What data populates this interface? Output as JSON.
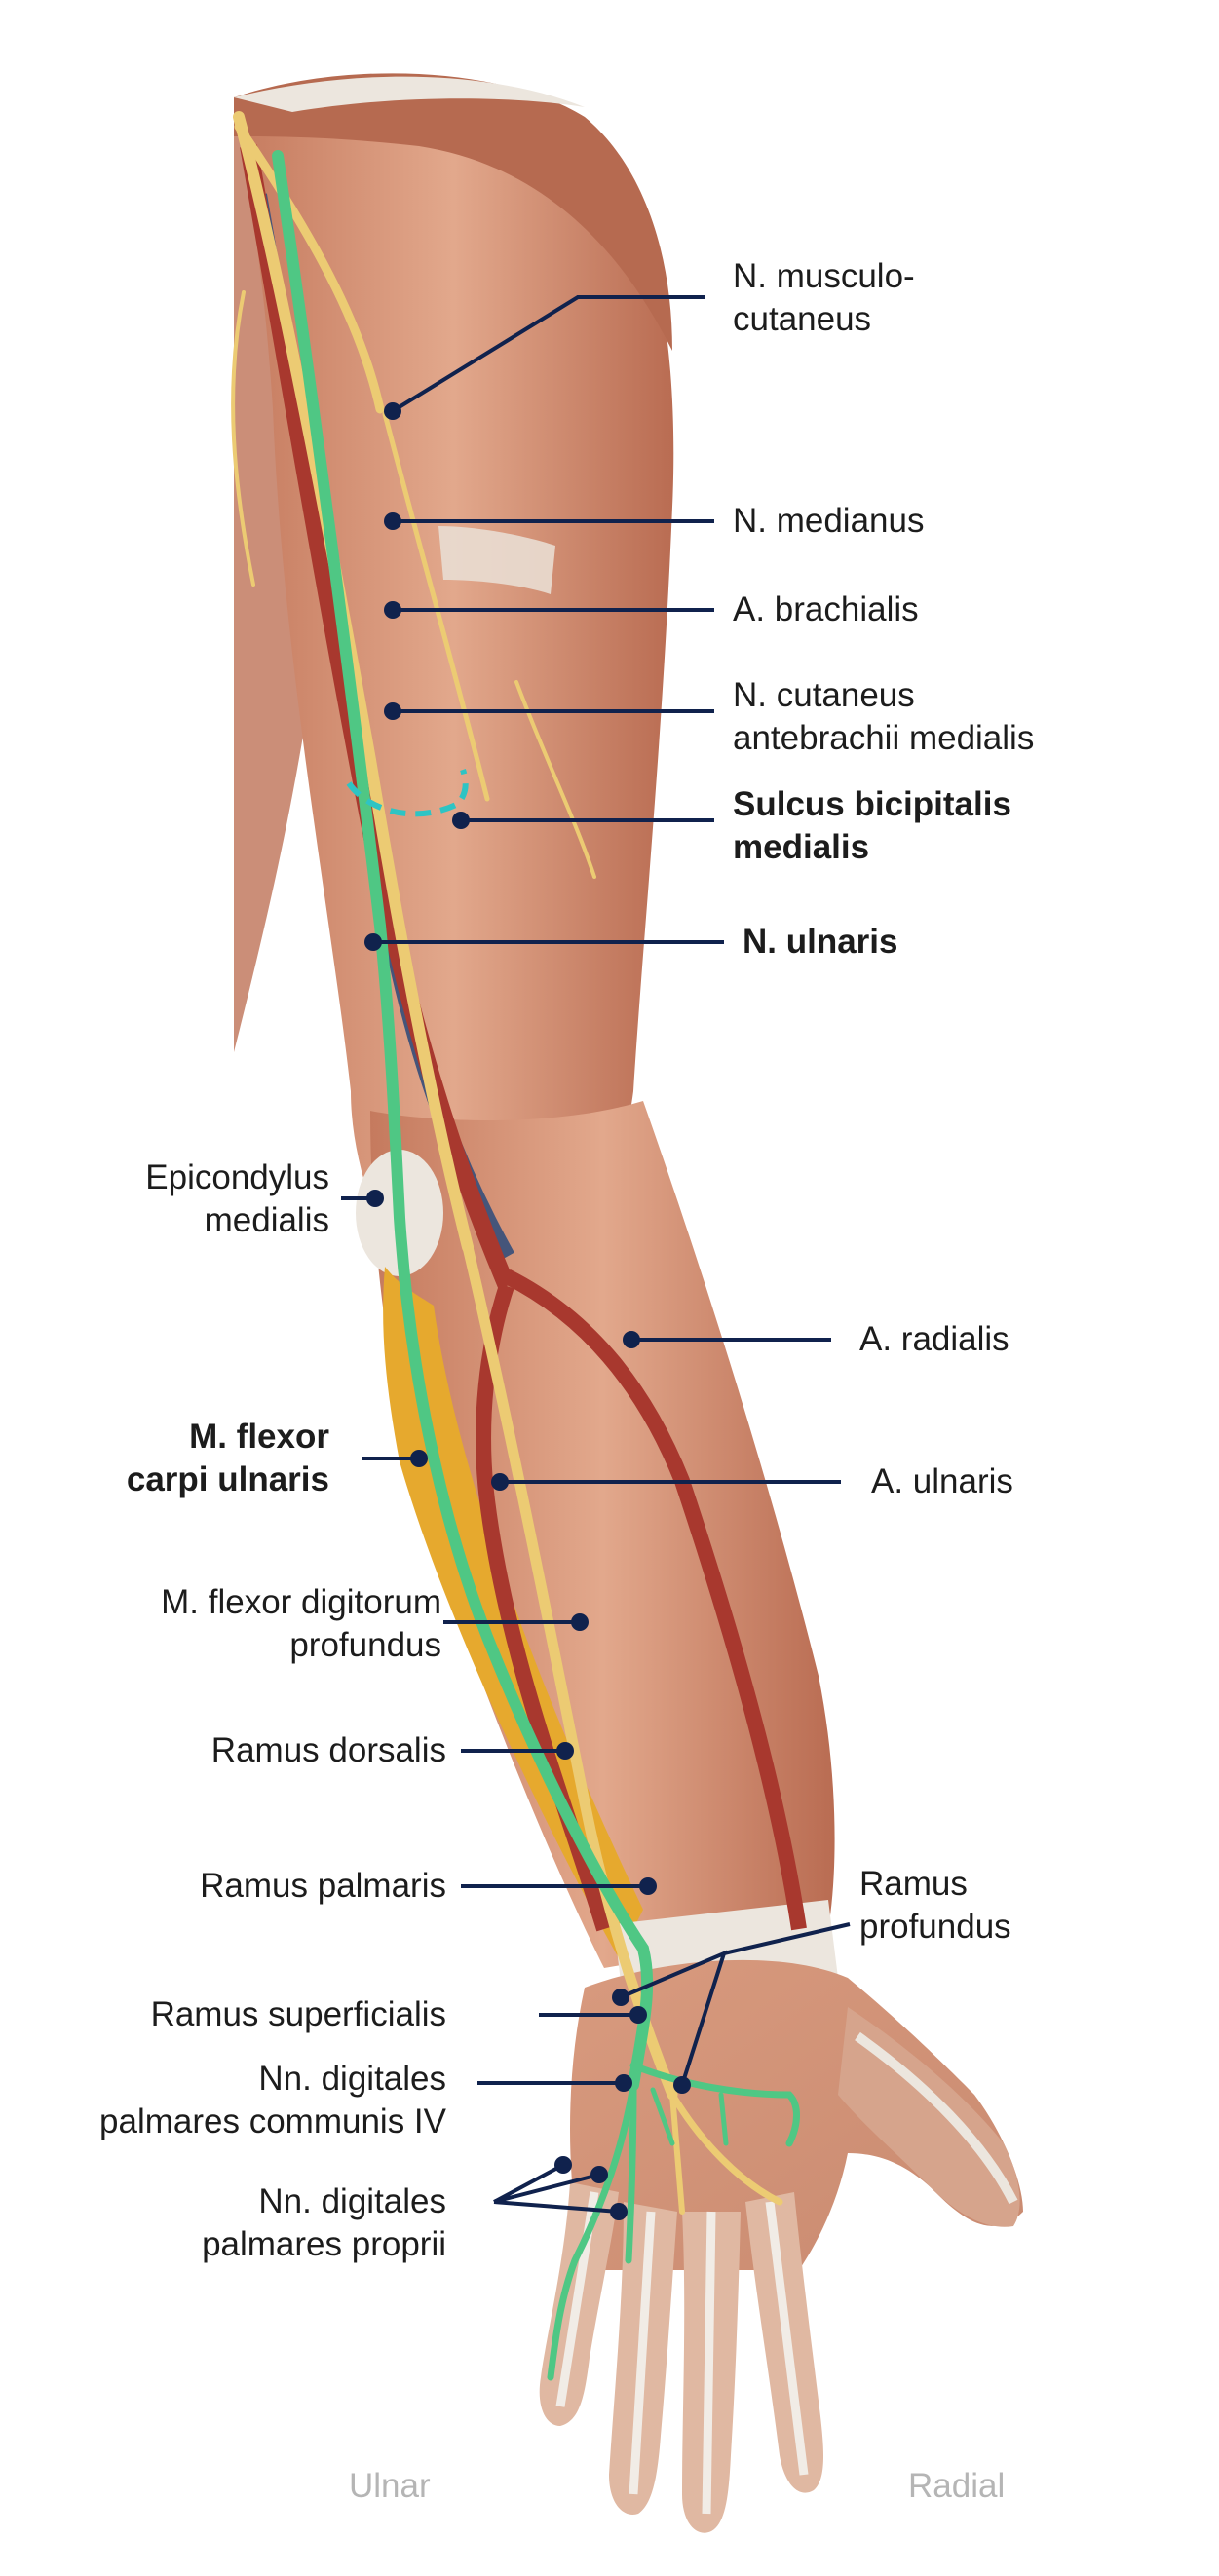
{
  "colors": {
    "leader": "#10224d",
    "ulnar_nerve": "#4fc784",
    "nerve": "#eccb73",
    "artery": "#a8382e",
    "vein": "#45557a",
    "muscle": "#d28f72",
    "tendon": "#ece6de",
    "flexor_carpi_ulnaris": "#e6a92e",
    "sulcus_marker": "#2ec4c4"
  },
  "labels": {
    "musculocutaneus": [
      "N. musculo-",
      "cutaneus"
    ],
    "medianus": [
      "N. medianus"
    ],
    "brachialis": [
      "A. brachialis"
    ],
    "cutaneus_antebrachii": [
      "N. cutaneus",
      "antebrachii medialis"
    ],
    "sulcus": [
      "Sulcus bicipitalis",
      "medialis"
    ],
    "ulnaris": [
      "N. ulnaris"
    ],
    "epicondylus": [
      "Epicondylus",
      "medialis"
    ],
    "radialis": [
      "A. radialis"
    ],
    "flexor_carpi": [
      "M. flexor",
      "carpi ulnaris"
    ],
    "a_ulnaris": [
      "A. ulnaris"
    ],
    "flexor_digitorum": [
      "M. flexor digitorum",
      "profundus"
    ],
    "ramus_dorsalis": [
      "Ramus dorsalis"
    ],
    "ramus_palmaris": [
      "Ramus palmaris"
    ],
    "ramus_profundus": [
      "Ramus",
      "profundus"
    ],
    "ramus_superficialis": [
      "Ramus superficialis"
    ],
    "digitales_communis": [
      "Nn. digitales",
      "palmares communis IV"
    ],
    "digitales_proprii": [
      "Nn. digitales",
      "palmares proprii"
    ]
  },
  "sides": {
    "ulnar": "Ulnar",
    "radial": "Radial"
  }
}
